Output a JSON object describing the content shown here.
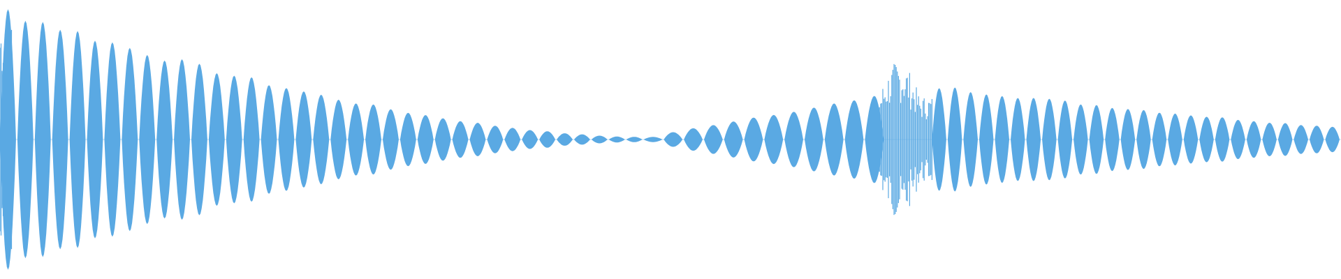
{
  "waveform": {
    "color": "#5aa9e3",
    "background": "#ffffff",
    "shape": "amplitude-envelope",
    "segments": [
      {
        "name": "decay",
        "start_fraction": 0.0,
        "end_fraction": 0.48,
        "peak_amplitude": 0.98,
        "end_amplitude": 0.02,
        "lobe_count": 37,
        "noisy_intro": true
      },
      {
        "name": "rise-then-noise-burst",
        "start_fraction": 0.48,
        "end_fraction": 0.66,
        "start_amplitude": 0.02,
        "end_amplitude": 0.32,
        "lobe_count": 12
      },
      {
        "name": "noise-burst",
        "start_fraction": 0.655,
        "end_fraction": 0.695,
        "peak_amplitude": 0.58
      },
      {
        "name": "secondary-decay",
        "start_fraction": 0.695,
        "end_fraction": 1.0,
        "peak_amplitude": 0.4,
        "end_amplitude": 0.1,
        "lobe_count": 26
      }
    ]
  }
}
